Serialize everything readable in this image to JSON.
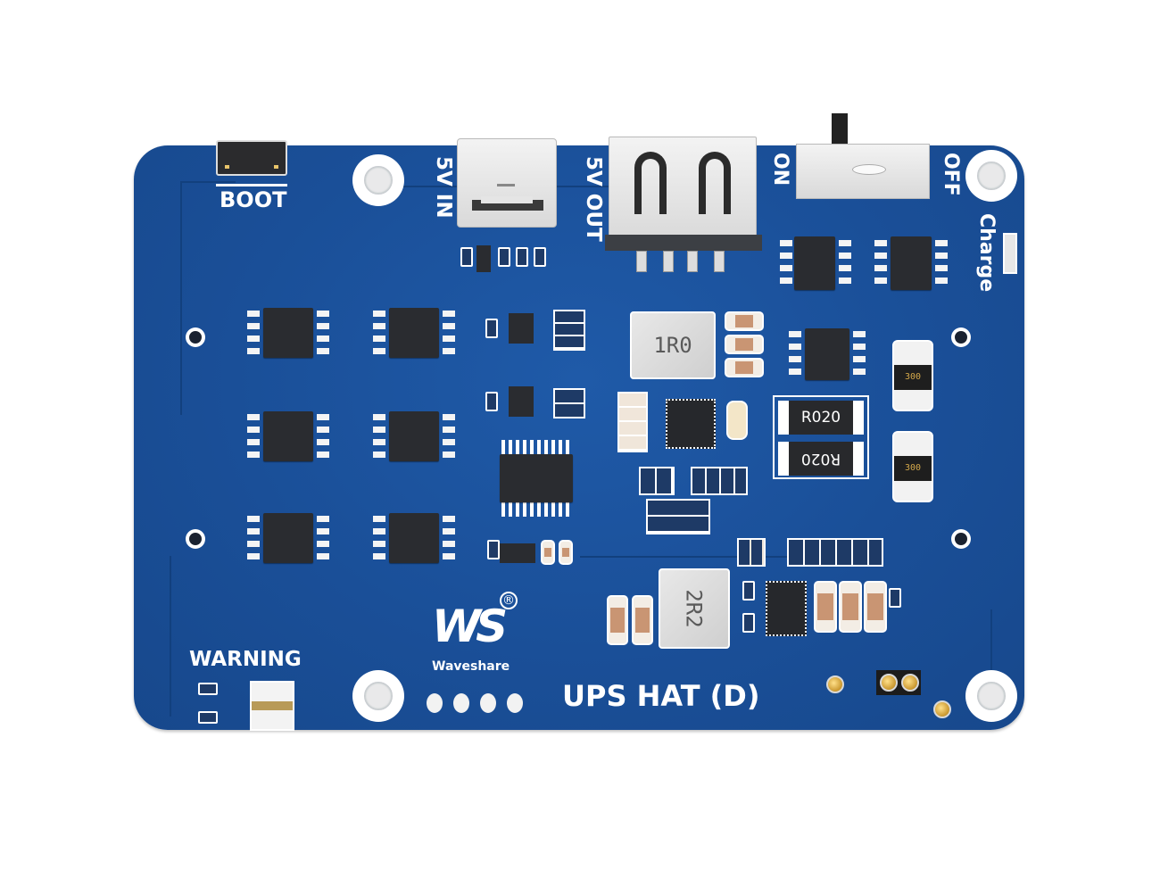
{
  "image": {
    "subject": "Waveshare UPS HAT (D) printed circuit board, top view",
    "background_color": "#ffffff",
    "board_color": "#1a4f98"
  },
  "silkscreen": {
    "boot_label": "BOOT",
    "usb_c_label": "5V IN",
    "usb_a_label": "5V OUT",
    "switch_on_label": "ON",
    "switch_off_label": "OFF",
    "charge_label": "Charge",
    "warning_label": "WARNING",
    "brand_name": "Waveshare",
    "brand_logo": "WS",
    "registered_mark": "®",
    "product_name": "UPS HAT (D)"
  },
  "components": {
    "inductor_top": "1R0",
    "inductor_bottom": "2R2",
    "shunt_top": "R020",
    "shunt_bottom": "R020",
    "fuse_top": "300",
    "fuse_bottom": "300"
  },
  "connectors": [
    {
      "name": "usb-c-port",
      "label": "5V IN"
    },
    {
      "name": "usb-a-port",
      "label": "5V OUT"
    },
    {
      "name": "power-slide-switch",
      "positions": [
        "ON",
        "OFF"
      ]
    },
    {
      "name": "boot-button",
      "label": "BOOT"
    },
    {
      "name": "pogo-pins",
      "count": 4
    }
  ]
}
